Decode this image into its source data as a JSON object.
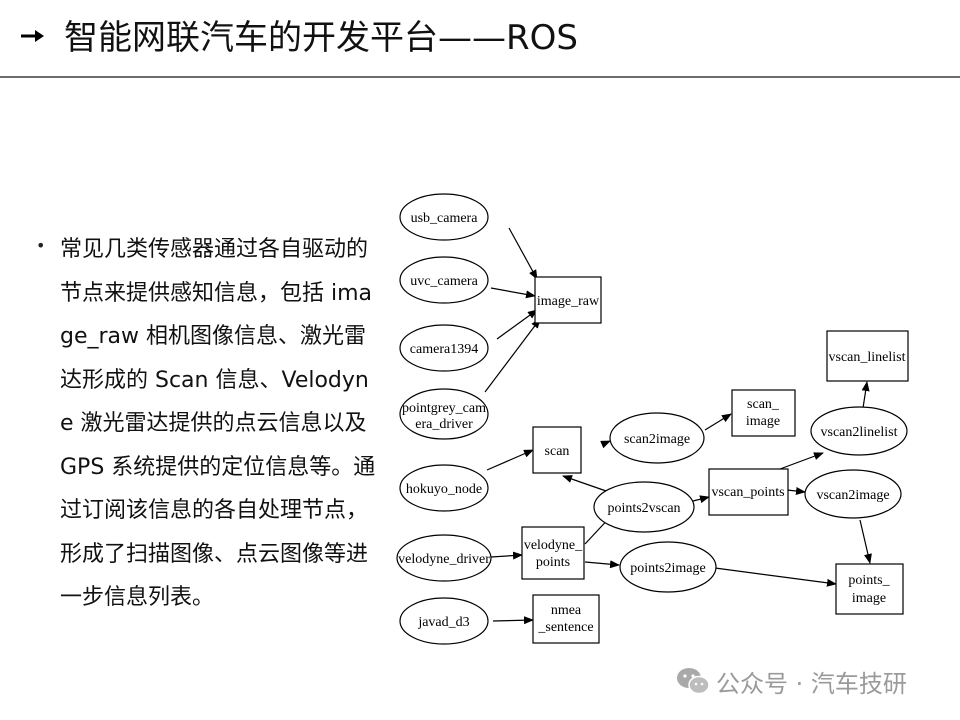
{
  "header": {
    "title": "智能网联汽车的开发平台——ROS"
  },
  "body": {
    "paragraph": "常见几类传感器通过各自驱动的节点来提供感知信息，包括 image_raw 相机图像信息、激光雷达形成的 Scan 信息、Velodyne 激光雷达提供的点云信息以及 GPS 系统提供的定位信息等。通过订阅该信息的各自处理节点，形成了扫描图像、点云图像等进一步信息列表。"
  },
  "diagram": {
    "nodes": {
      "usb_camera": "usb_camera",
      "uvc_camera": "uvc_camera",
      "camera1394": "camera1394",
      "pointgrey_line1": "pointgrey_cam",
      "pointgrey_line2": "era_driver",
      "hokuyo_node": "hokuyo_node",
      "velodyne_driver": "velodyne_driver",
      "javad_d3": "javad_d3",
      "image_raw": "image_raw",
      "scan": "scan",
      "velodyne_points_line1": "velodyne_",
      "velodyne_points_line2": "points",
      "nmea_line1": "nmea",
      "nmea_line2": "_sentence",
      "scan2image": "scan2image",
      "points2vscan": "points2vscan",
      "points2image": "points2image",
      "scan_image_line1": "scan_",
      "scan_image_line2": "image",
      "vscan_points": "vscan_points",
      "vscan2linelist": "vscan2linelist",
      "vscan2image": "vscan2image",
      "vscan_linelist": "vscan_linelist",
      "points_image_line1": "points_",
      "points_image_line2": "image"
    }
  },
  "watermark": {
    "text": "公众号 · 汽车技研",
    "icon": "wechat-icon"
  }
}
